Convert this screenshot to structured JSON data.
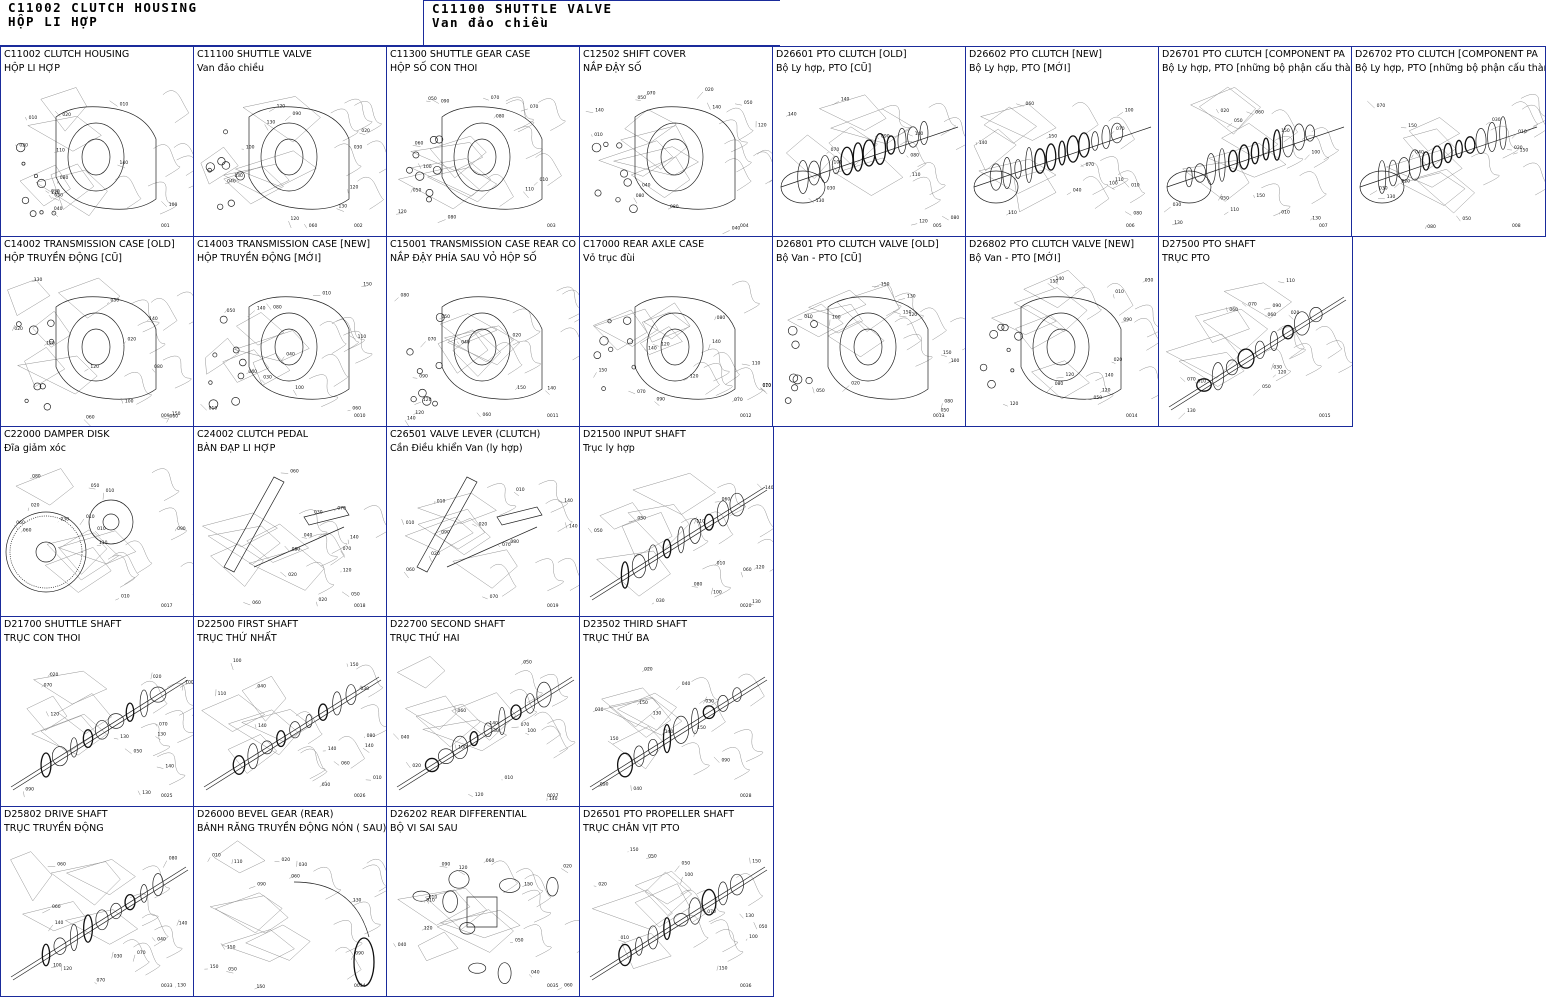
{
  "header": {
    "left": {
      "code_title": "C11002 CLUTCH HOUSING",
      "subtitle": "HỘP LI HỢP"
    },
    "right": {
      "code_title": "C11100 SHUTTLE VALVE",
      "subtitle": "Van đảo chiều"
    }
  },
  "rows": [
    [
      {
        "code": "C11002 CLUTCH HOUSING",
        "name": "HỘP LI HỢP",
        "icon": "clutch-housing-drawing"
      },
      {
        "code": "C11100 SHUTTLE VALVE",
        "name": "Van đảo chiều",
        "icon": "shuttle-valve-drawing"
      },
      {
        "code": "C11300 SHUTTLE GEAR CASE",
        "name": "HỘP SỐ CON THOI",
        "icon": "gear-case-drawing"
      },
      {
        "code": "C12502 SHIFT COVER",
        "name": "NẮP ĐẬY SỐ",
        "icon": "shift-cover-drawing"
      },
      {
        "code": "D26601 PTO CLUTCH [OLD]",
        "name": "Bộ Ly hợp, PTO [CŨ]",
        "icon": "pto-clutch-drawing"
      },
      {
        "code": "D26602 PTO CLUTCH [NEW]",
        "name": "Bộ Ly hợp, PTO [MỚI]",
        "icon": "pto-clutch-drawing"
      },
      {
        "code": "D26701 PTO CLUTCH [COMPONENT PA",
        "name": "Bộ Ly hợp, PTO [những bộ phận cấu thàn",
        "icon": "pto-clutch-components-drawing"
      },
      {
        "code": "D26702 PTO CLUTCH [COMPONENT PA",
        "name": "Bộ Ly hợp, PTO [những bộ phận cấu thàn",
        "icon": "pto-clutch-components-drawing"
      }
    ],
    [
      {
        "code": "C14002 TRANSMISSION CASE [OLD]",
        "name": "HỘP TRUYỀN ĐỘNG [CŨ]",
        "icon": "transmission-case-drawing"
      },
      {
        "code": "C14003 TRANSMISSION CASE [NEW]",
        "name": "HỘP TRUYỀN ĐỘNG [MỚI]",
        "icon": "transmission-case-drawing"
      },
      {
        "code": "C15001 TRANSMISSION CASE REAR CO",
        "name": "NẮP ĐẬY PHÍA SAU VỎ HỘP SỐ",
        "icon": "rear-cover-drawing"
      },
      {
        "code": "C17000 REAR AXLE CASE",
        "name": "Vỏ trục đùi",
        "icon": "rear-axle-drawing"
      },
      {
        "code": "D26801 PTO CLUTCH VALVE [OLD]",
        "name": "Bộ Van - PTO [CŨ]",
        "icon": "pto-valve-drawing"
      },
      {
        "code": "D26802 PTO CLUTCH VALVE [NEW]",
        "name": "Bộ Van - PTO [MỚI]",
        "icon": "pto-valve-drawing"
      },
      {
        "code": "D27500 PTO SHAFT",
        "name": "TRỤC PTO",
        "icon": "pto-shaft-drawing"
      }
    ],
    [
      {
        "code": "C22000 DAMPER DISK",
        "name": "Đĩa giảm xóc",
        "icon": "damper-disk-drawing"
      },
      {
        "code": "C24002 CLUTCH PEDAL",
        "name": "BÀN ĐẠP LI HỢP",
        "icon": "clutch-pedal-drawing"
      },
      {
        "code": "C26501 VALVE LEVER (CLUTCH)",
        "name": "Cần Điều khiển Van (ly hợp)",
        "icon": "valve-lever-drawing"
      },
      {
        "code": "D21500 INPUT SHAFT",
        "name": "Trục ly hợp",
        "icon": "input-shaft-drawing"
      }
    ],
    [
      {
        "code": "D21700 SHUTTLE SHAFT",
        "name": "TRỤC CON THOI",
        "icon": "shuttle-shaft-drawing"
      },
      {
        "code": "D22500 FIRST SHAFT",
        "name": "TRỤC THỨ NHẤT",
        "icon": "first-shaft-drawing"
      },
      {
        "code": "D22700 SECOND SHAFT",
        "name": "TRỤC THỨ HAI",
        "icon": "second-shaft-drawing"
      },
      {
        "code": "D23502 THIRD SHAFT",
        "name": "TRỤC THỨ BA",
        "icon": "third-shaft-drawing"
      }
    ],
    [
      {
        "code": "D25802 DRIVE SHAFT",
        "name": "TRỤC TRUYỀN ĐỘNG",
        "icon": "drive-shaft-drawing"
      },
      {
        "code": "D26000 BEVEL GEAR (REAR)",
        "name": "BÁNH RĂNG TRUYỀN ĐỘNG NÓN ( SAU)",
        "icon": "bevel-gear-drawing"
      },
      {
        "code": "D26202 REAR DIFFERENTIAL",
        "name": "BỘ VI SAI SAU",
        "icon": "differential-drawing"
      },
      {
        "code": "D26501 PTO PROPELLER SHAFT",
        "name": "TRỤC CHÂN VỊT PTO",
        "icon": "propeller-shaft-drawing"
      }
    ]
  ]
}
